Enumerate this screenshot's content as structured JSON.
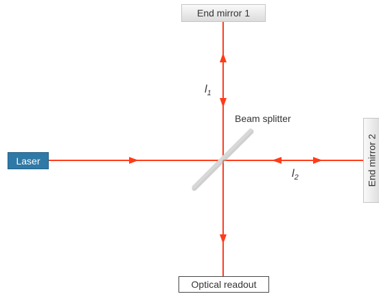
{
  "colors": {
    "beam": "#ff3b1a",
    "laser_box": "#2f79a6",
    "mirror_fill": "#e4e4e4",
    "splitter": "#d8d8d8"
  },
  "components": {
    "end_mirror_1": "End mirror 1",
    "end_mirror_2": "End mirror 2",
    "laser": "Laser",
    "beam_splitter": "Beam splitter",
    "optical_readout": "Optical readout"
  },
  "arm_labels": {
    "l1": {
      "symbol": "l",
      "subscript": "1"
    },
    "l2": {
      "symbol": "l",
      "subscript": "2"
    }
  }
}
